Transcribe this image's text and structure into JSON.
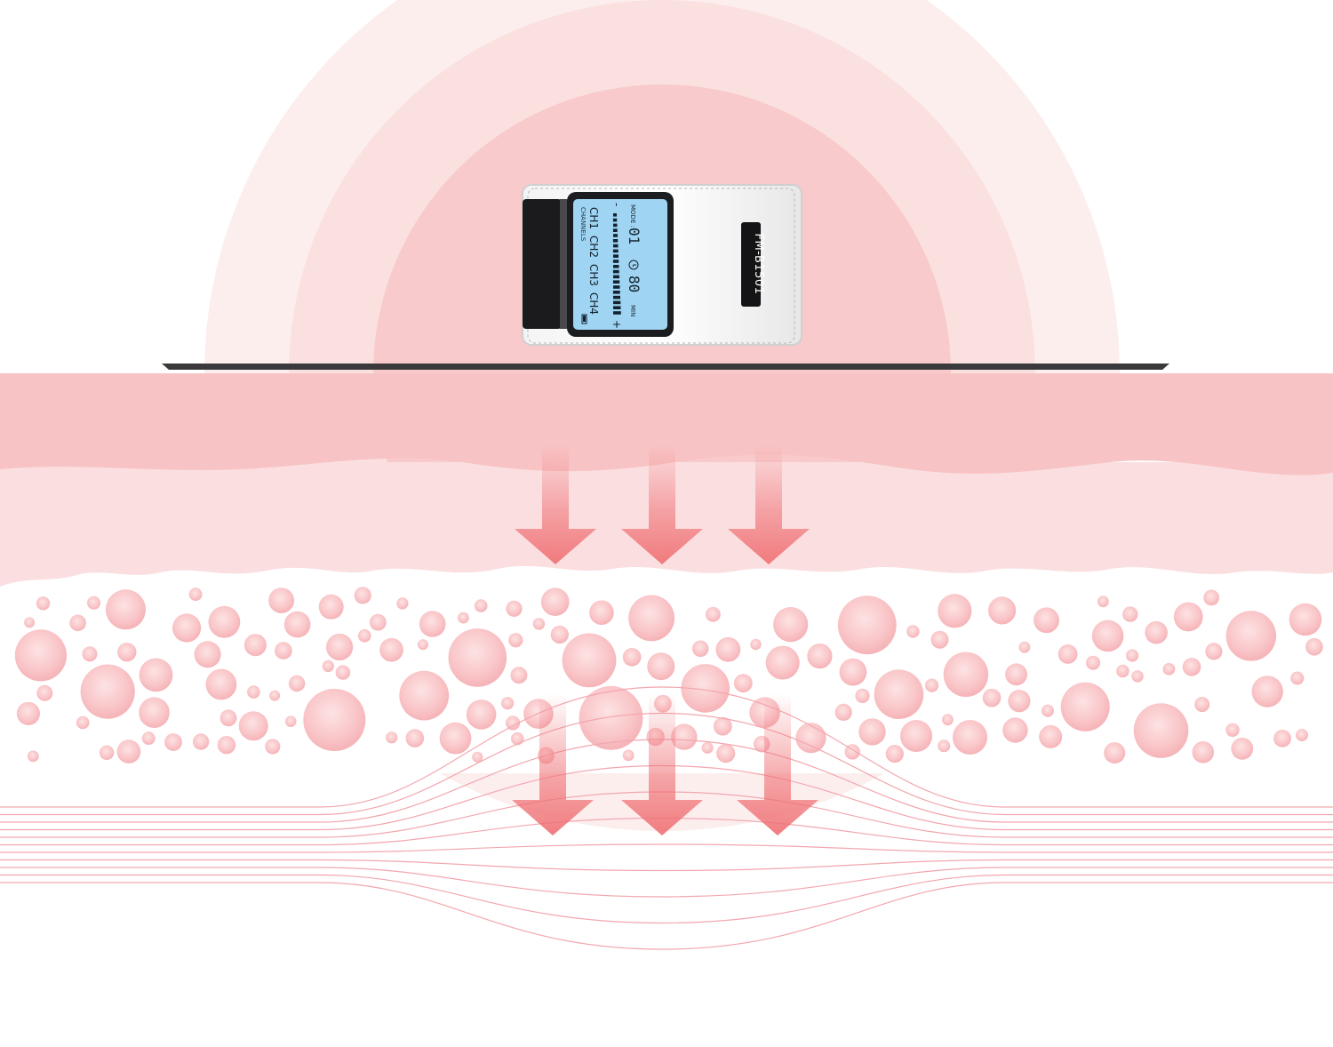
{
  "device": {
    "model_label": "FM-B1501",
    "lcd": {
      "channels_heading": "CHANNELS",
      "channels": [
        "CH1",
        "CH2",
        "CH3",
        "CH4"
      ],
      "mode_label": "MODE :",
      "mode_value": "01",
      "timer_value": "80",
      "timer_unit": "MIN",
      "plus_sign": "+",
      "minus_sign": "-"
    }
  },
  "colors": {
    "glow": "#f8c8c8",
    "epidermis": "#f8c4c5",
    "dermis": "#fbe1e2",
    "bubble": "#f9c5c8",
    "fiber": "#f2a7ae",
    "arrow": "#ef6f73",
    "pad": "#3a3a3c",
    "lcd_screen": "#9fd4f2"
  },
  "icons": [
    "arrow-down-icon",
    "clock-icon",
    "battery-icon"
  ]
}
